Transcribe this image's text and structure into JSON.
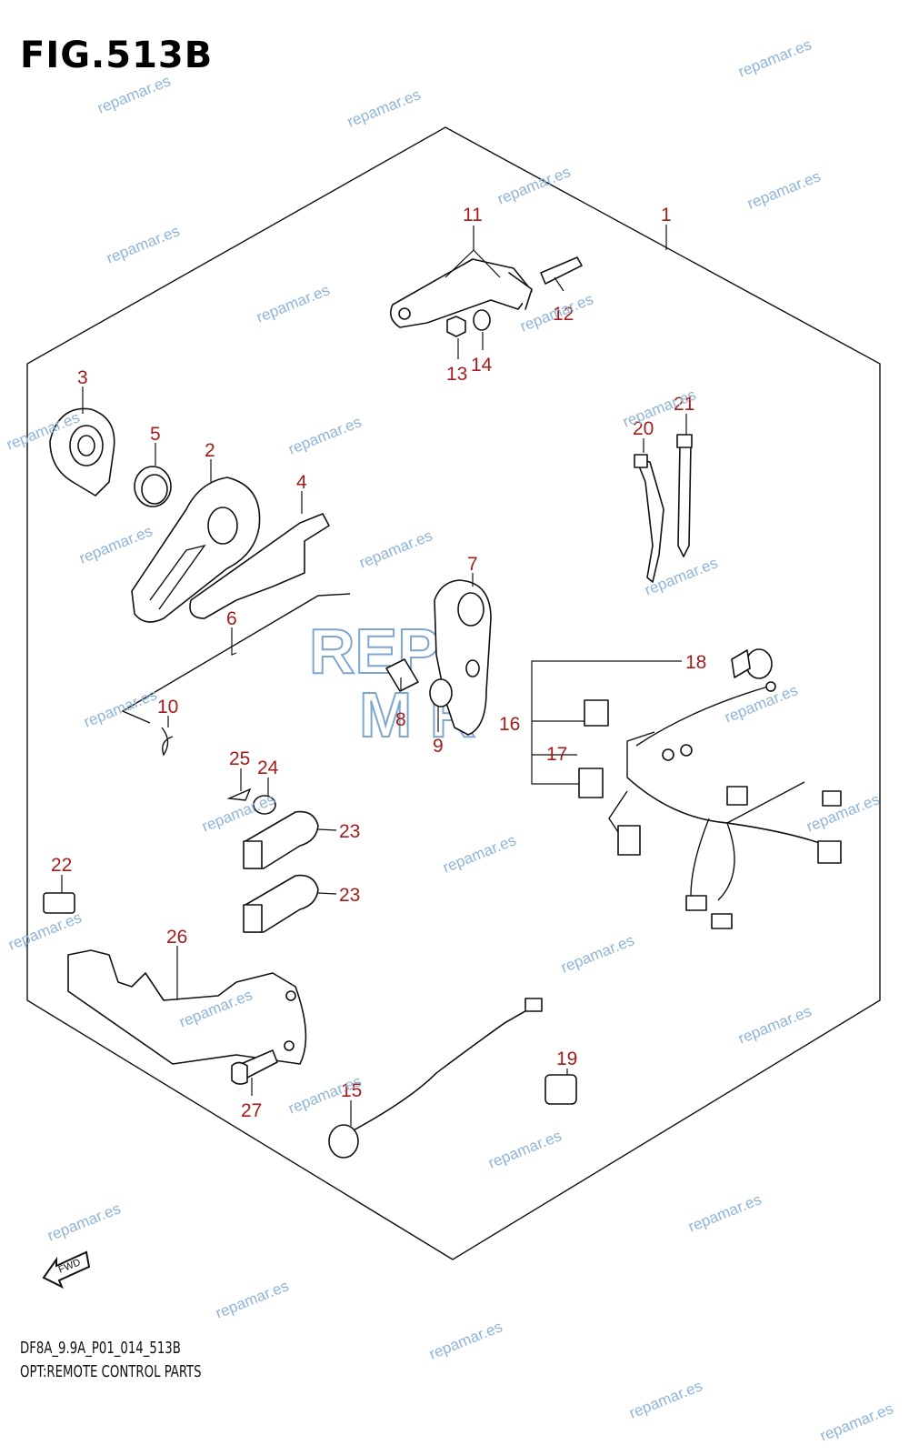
{
  "figure": {
    "title": "FIG.513B",
    "code": "DF8A_9.9A_P01_014_513B",
    "caption": "OPT:REMOTE CONTROL PARTS"
  },
  "callouts": [
    "1",
    "2",
    "3",
    "4",
    "5",
    "6",
    "7",
    "8",
    "9",
    "10",
    "11",
    "12",
    "13",
    "14",
    "15",
    "16",
    "17",
    "18",
    "19",
    "20",
    "21",
    "22",
    "23",
    "23",
    "24",
    "25",
    "26",
    "27"
  ],
  "fwd_label": "FWD",
  "watermark": {
    "text": "repamar.es",
    "logo_top": "REP",
    "logo_bottom": "M R"
  },
  "colors": {
    "callout": "#a51c1c",
    "watermark": "#8fb4d8",
    "line": "#111111"
  }
}
